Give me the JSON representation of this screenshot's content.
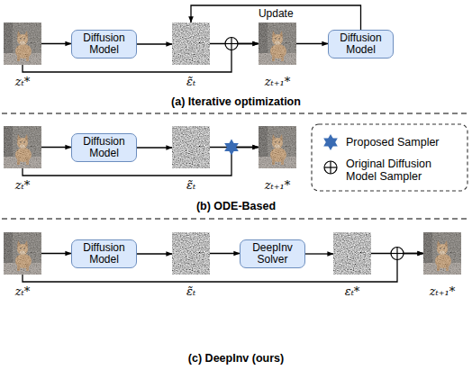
{
  "diagram": {
    "nodes": [
      {
        "text": [
          "zₜ*"
        ]
      },
      {
        "text": [
          "Diffusion Model"
        ]
      },
      {
        "text": [
          "ε̃ₜ"
        ]
      },
      {
        "text": [
          "zₜ₊₁*"
        ]
      },
      {
        "text": [
          "Diffusion Model"
        ]
      },
      {
        "text": [
          "zₜ*"
        ]
      },
      {
        "text": [
          "Diffusion Model"
        ]
      },
      {
        "text": [
          "ε̃ₜ"
        ]
      },
      {
        "text": [
          "zₜ₊₁*"
        ]
      },
      {
        "text": [
          "zₜ*"
        ]
      },
      {
        "text": [
          "Diffusion Model"
        ]
      },
      {
        "text": [
          "ε̃ₜ"
        ]
      },
      {
        "text": [
          "DeepInv Solver"
        ]
      },
      {
        "text": [
          "εₜ*"
        ]
      },
      {
        "text": [
          "zₜ₊₁*"
        ]
      }
    ],
    "edges": [
      {
        "from": 0,
        "to": 1,
        "arrow": "to"
      },
      {
        "from": 1,
        "to": 2,
        "arrow": "to"
      },
      {
        "from": 2,
        "to": 3,
        "arrow": "to"
      },
      {
        "from": 0,
        "to": 3,
        "arrow": "to"
      },
      {
        "from": 3,
        "to": 4,
        "arrow": "to"
      },
      {
        "from": 4,
        "to": 2,
        "label": "Update",
        "arrow": "to"
      },
      {
        "from": 5,
        "to": 6,
        "arrow": "to"
      },
      {
        "from": 6,
        "to": 7,
        "arrow": "to"
      },
      {
        "from": 7,
        "to": 8,
        "arrow": "to"
      },
      {
        "from": 5,
        "to": 8,
        "arrow": "to"
      },
      {
        "from": 9,
        "to": 10,
        "arrow": "to"
      },
      {
        "from": 10,
        "to": 11,
        "arrow": "to"
      },
      {
        "from": 11,
        "to": 12,
        "arrow": "to"
      },
      {
        "from": 12,
        "to": 13,
        "arrow": "to"
      },
      {
        "from": 13,
        "to": 14,
        "arrow": "to"
      },
      {
        "from": 9,
        "to": 14,
        "arrow": "to"
      }
    ],
    "labels": [
      "(a) Iterative optimization",
      "(b) ODE-Based",
      "(c) DeepInv (ours)"
    ],
    "legend": [
      {
        "text": "Proposed Sampler"
      },
      {
        "text": "Original Diffusion Model Sampler"
      }
    ]
  }
}
